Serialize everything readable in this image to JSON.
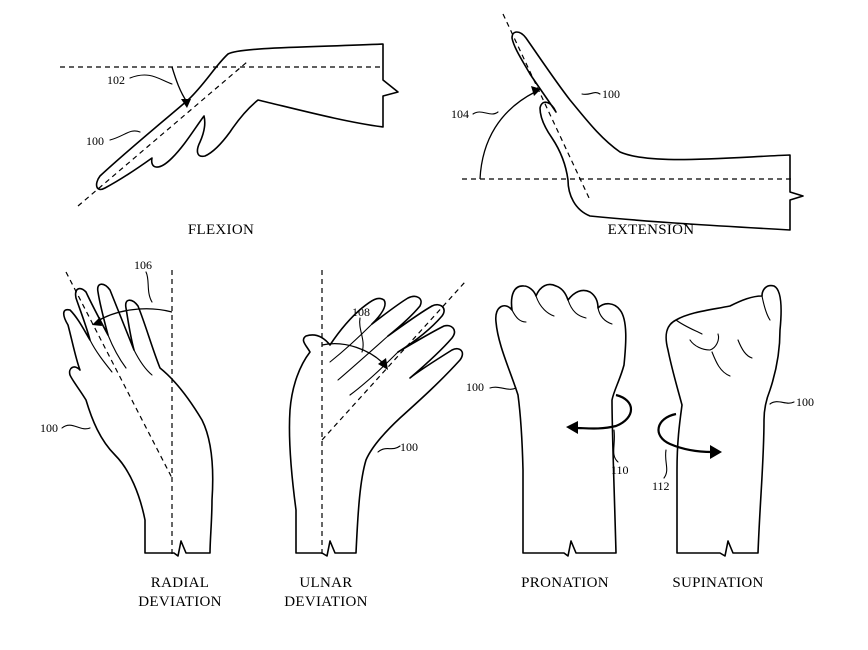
{
  "panels": {
    "flexion": {
      "caption": "FLEXION",
      "label_hand": "100",
      "label_angle": "102"
    },
    "extension": {
      "caption": "EXTENSION",
      "label_hand": "100",
      "label_angle": "104"
    },
    "radial": {
      "caption_line1": "RADIAL",
      "caption_line2": "DEVIATION",
      "label_hand": "100",
      "label_angle": "106"
    },
    "ulnar": {
      "caption_line1": "ULNAR",
      "caption_line2": "DEVIATION",
      "label_hand": "100",
      "label_angle": "108"
    },
    "pronation": {
      "caption": "PRONATION",
      "label_hand": "100",
      "label_rotation": "110"
    },
    "supination": {
      "caption": "SUPINATION",
      "label_hand": "100",
      "label_rotation": "112"
    }
  }
}
